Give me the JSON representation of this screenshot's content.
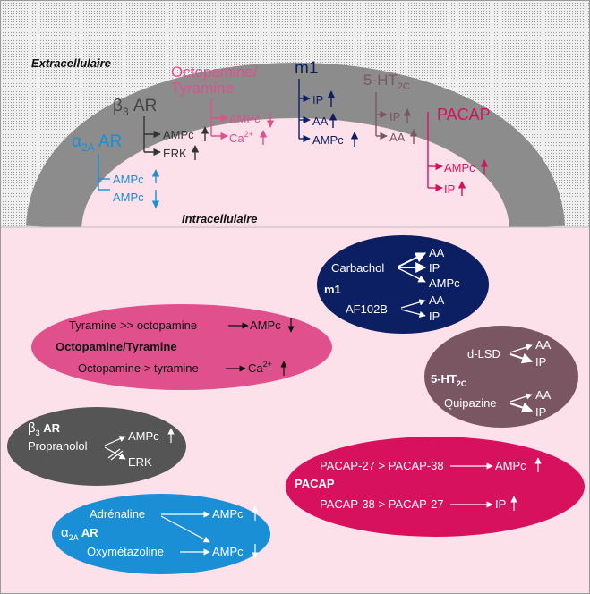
{
  "labels": {
    "extracellular": "Extracellulaire",
    "intracellular": "Intracellulaire"
  },
  "colors": {
    "outside": "#d9d9d9",
    "membrane": "#8c8c8c",
    "cytoplasm": "#fce0ea",
    "alpha": "#1a8fd6",
    "beta": "#555555",
    "octo": "#e0508c",
    "m1": "#0d1f63",
    "ht": "#7a5663",
    "pacap": "#d8115f"
  },
  "membrane": {
    "alpha": {
      "name": "α",
      "sub": "2A",
      "suffix": " AR",
      "out1": "AMPc",
      "out2": "AMPc"
    },
    "beta": {
      "name": "β",
      "sub": "3",
      "suffix": " AR",
      "out1": "AMPc",
      "out2": "ERK"
    },
    "octo": {
      "name1": "Octopamine/",
      "name2": "Tyramine",
      "out1": "AMPc",
      "out2": "Ca",
      "out2_sup": "2+"
    },
    "m1": {
      "name": "m1",
      "out1": "IP",
      "out2": "AA",
      "out3": "AMPc"
    },
    "ht": {
      "name": "5-HT",
      "sub": "2C",
      "out1": "IP",
      "out2": "AA"
    },
    "pacap": {
      "name": "PACAP",
      "out1": "AMPc",
      "out2": "IP"
    }
  },
  "boxes": {
    "m1": {
      "name": "m1",
      "ligand1": "Carbachol",
      "l1o1": "AA",
      "l1o2": "IP",
      "l1o3": "AMPc",
      "ligand2": "AF102B",
      "l2o1": "AA",
      "l2o2": "IP"
    },
    "octo": {
      "name": "Octopamine/Tyramine",
      "line1": "Tyramine >> octopamine",
      "line1_out": "AMPc",
      "line2": "Octopamine > tyramine",
      "line2_out": "Ca",
      "line2_sup": "2+"
    },
    "ht": {
      "name": "5-HT",
      "sub": "2C",
      "ligand1": "d-LSD",
      "l1o1": "AA",
      "l1o2": "IP",
      "ligand2": "Quipazine",
      "l2o1": "AA",
      "l2o2": "IP"
    },
    "beta": {
      "name": "β",
      "sub": "3",
      "suffix": " AR",
      "ligand": "Propranolol",
      "o1": "AMPc",
      "o2": "ERK"
    },
    "pacap": {
      "name": "PACAP",
      "line1": "PACAP-27 > PACAP-38",
      "line1_out": "AMPc",
      "line2": "PACAP-38 > PACAP-27",
      "line2_out": "IP"
    },
    "alpha": {
      "name": "α",
      "sub": "2A",
      "suffix": " AR",
      "ligand1": "Adrénaline",
      "ligand2": "Oxymétazoline",
      "o1": "AMPc",
      "o2": "AMPc"
    }
  }
}
